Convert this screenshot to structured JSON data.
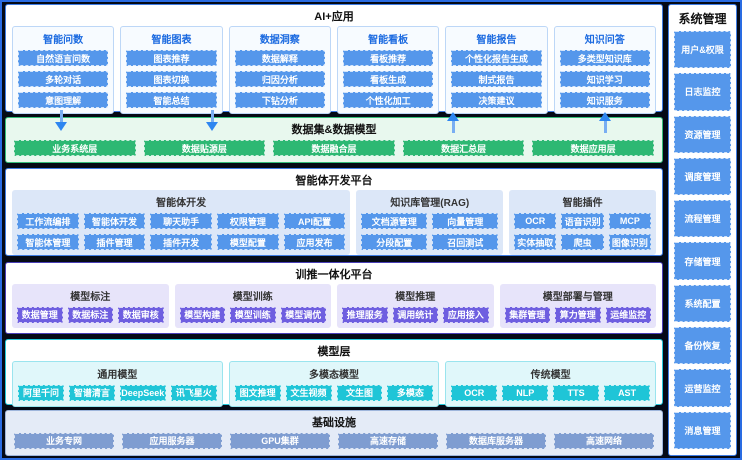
{
  "app_section": {
    "title": "AI+应用",
    "columns": [
      {
        "title": "智能问数",
        "cols": 1,
        "items": [
          "自然语言问数",
          "多轮对话",
          "意图理解"
        ]
      },
      {
        "title": "智能图表",
        "cols": 1,
        "items": [
          "图表推荐",
          "图表切换",
          "智能总结"
        ]
      },
      {
        "title": "数据洞察",
        "cols": 1,
        "items": [
          "数据解释",
          "归因分析",
          "下钻分析"
        ]
      },
      {
        "title": "智能看板",
        "cols": 1,
        "items": [
          "看板推荐",
          "看板生成",
          "个性化加工"
        ]
      },
      {
        "title": "智能报告",
        "cols": 1,
        "items": [
          "个性化报告生成",
          "制式报告",
          "决策建议"
        ]
      },
      {
        "title": "知识问答",
        "cols": 1,
        "items": [
          "多类型知识库",
          "知识学习",
          "知识服务"
        ]
      }
    ]
  },
  "data_band": {
    "title": "数据集&数据模型",
    "items": [
      "业务系统层",
      "数据贴源层",
      "数据融合层",
      "数据汇总层",
      "数据应用层"
    ]
  },
  "agent_platform": {
    "title": "智能体开发平台",
    "groups": [
      {
        "title": "智能体开发",
        "cols": 5,
        "flex": 2.4,
        "items": [
          "工作流编排",
          "智能体开发",
          "聊天助手",
          "权限管理",
          "API配置",
          "智能体管理",
          "插件管理",
          "插件开发",
          "模型配置",
          "应用发布"
        ]
      },
      {
        "title": "知识库管理(RAG)",
        "cols": 2,
        "flex": 1,
        "items": [
          "文档源管理",
          "向量管理",
          "分段配置",
          "召回测试"
        ]
      },
      {
        "title": "智能插件",
        "cols": 3,
        "flex": 1,
        "items": [
          "OCR",
          "语音识别",
          "MCP",
          "实体抽取",
          "爬虫",
          "图像识别"
        ]
      }
    ]
  },
  "training_platform": {
    "title": "训推一体化平台",
    "groups": [
      {
        "title": "模型标注",
        "cols": 3,
        "items": [
          "数据管理",
          "数据标注",
          "数据审核"
        ]
      },
      {
        "title": "模型训练",
        "cols": 3,
        "items": [
          "模型构建",
          "模型训练",
          "模型调优"
        ]
      },
      {
        "title": "模型推理",
        "cols": 3,
        "items": [
          "推理服务",
          "调用统计",
          "应用接入"
        ]
      },
      {
        "title": "模型部署与管理",
        "cols": 3,
        "items": [
          "集群管理",
          "算力管理",
          "运维监控"
        ]
      }
    ]
  },
  "model_layer": {
    "title": "模型层",
    "groups": [
      {
        "title": "通用模型",
        "cols": 4,
        "items": [
          "阿里千问",
          "智谱清言",
          "DeepSeek",
          "讯飞星火"
        ]
      },
      {
        "title": "多模态模型",
        "cols": 4,
        "items": [
          "图文推理",
          "文生视频",
          "文生图",
          "多模态"
        ]
      },
      {
        "title": "传统模型",
        "cols": 4,
        "items": [
          "OCR",
          "NLP",
          "TTS",
          "AST"
        ]
      }
    ]
  },
  "infrastructure": {
    "title": "基础设施",
    "items": [
      "业务专网",
      "应用服务器",
      "GPU集群",
      "高速存储",
      "数据库服务器",
      "高速网络"
    ]
  },
  "system_management": {
    "title": "系统管理",
    "items": [
      "用户&权限",
      "日志监控",
      "资源管理",
      "调度管理",
      "流程管理",
      "存储管理",
      "系统配置",
      "备份恢复",
      "运营监控",
      "消息管理"
    ]
  },
  "colors": {
    "accent_blue": "#5597eb",
    "green": "#2db873",
    "purple": "#6e5ee0",
    "cyan": "#1fc5d7",
    "steel_blue": "#7f9dd1",
    "background": "#050a16",
    "arrow_blue": "#2e86f0"
  }
}
